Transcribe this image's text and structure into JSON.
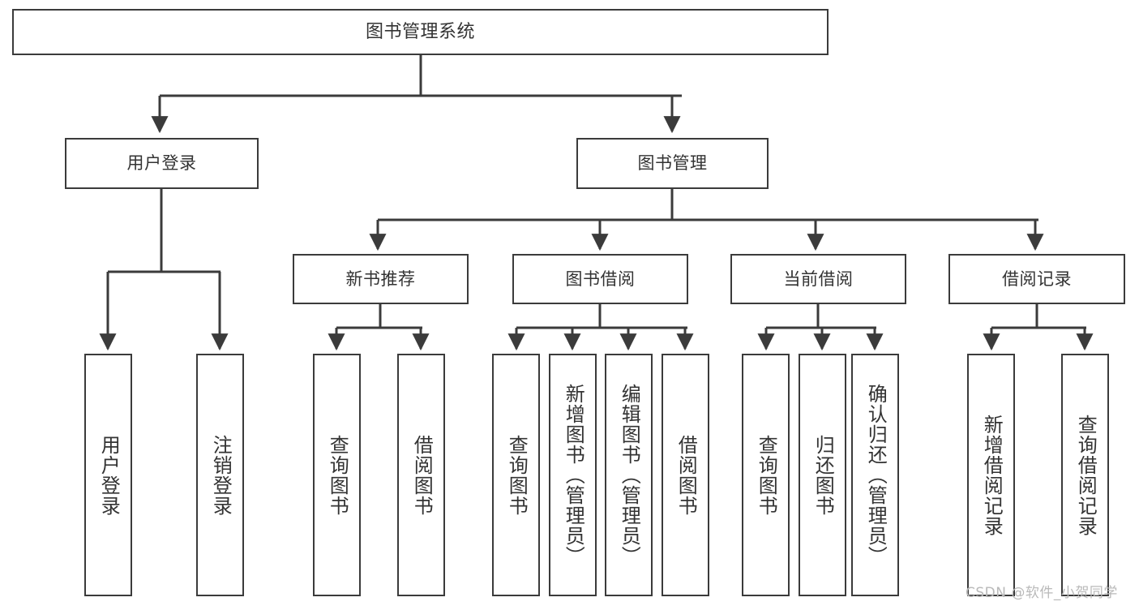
{
  "diagram": {
    "title": "图书管理系统",
    "type": "hierarchy-tree",
    "watermark": "CSDN @软件_小贺同学",
    "colors": {
      "border": "#3b3b3b",
      "text": "#333333",
      "background": "#ffffff",
      "watermark": "#b9b9b9"
    },
    "levels": {
      "root": {
        "label": "图书管理系统"
      },
      "level2": [
        {
          "label": "用户登录"
        },
        {
          "label": "图书管理"
        }
      ],
      "level3": [
        {
          "label": "新书推荐"
        },
        {
          "label": "图书借阅"
        },
        {
          "label": "当前借阅"
        },
        {
          "label": "借阅记录"
        }
      ],
      "leaves": [
        {
          "label": "用户登录",
          "parent": "用户登录"
        },
        {
          "label": "注销登录",
          "parent": "用户登录"
        },
        {
          "label": "查询图书",
          "parent": "新书推荐"
        },
        {
          "label": "借阅图书",
          "parent": "新书推荐"
        },
        {
          "label": "查询图书",
          "parent": "图书借阅"
        },
        {
          "label": "新增图书（管理员）",
          "parent": "图书借阅"
        },
        {
          "label": "编辑图书（管理员）",
          "parent": "图书借阅"
        },
        {
          "label": "借阅图书",
          "parent": "图书借阅"
        },
        {
          "label": "查询图书",
          "parent": "当前借阅"
        },
        {
          "label": "归还图书",
          "parent": "当前借阅"
        },
        {
          "label": "确认归还（管理员）",
          "parent": "当前借阅"
        },
        {
          "label": "新增借阅记录",
          "parent": "借阅记录"
        },
        {
          "label": "查询借阅记录",
          "parent": "借阅记录"
        }
      ]
    }
  }
}
